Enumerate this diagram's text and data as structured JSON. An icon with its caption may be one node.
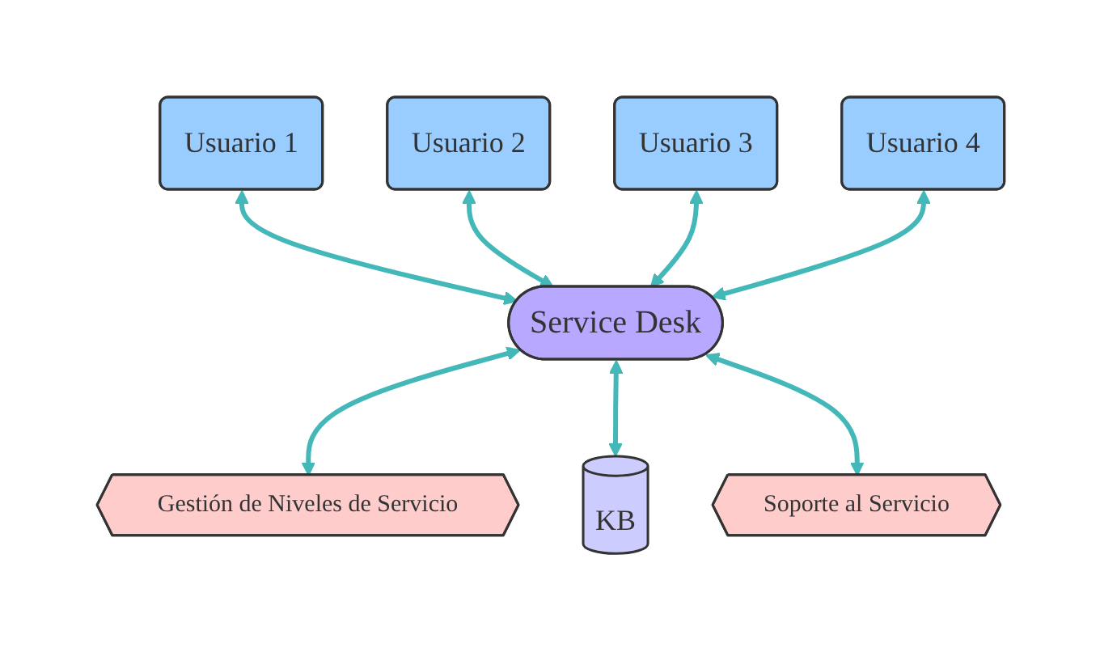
{
  "diagram": {
    "nodes": [
      {
        "text": [
          "Usuario 2"
        ]
      },
      {
        "text": [
          "Usuario 3"
        ]
      },
      {
        "text": [
          "Usuario 1"
        ]
      },
      {
        "text": [
          "Usuario 4"
        ]
      },
      {
        "text": [
          "Service Desk"
        ]
      },
      {
        "text": [
          "Gestión de Niveles de Servicio"
        ]
      },
      {
        "text": [
          "KB"
        ]
      },
      {
        "text": [
          "Soporte al Servicio"
        ]
      }
    ],
    "edges": [
      {
        "from": 2,
        "to": 4,
        "arrow": "both"
      },
      {
        "from": 0,
        "to": 4,
        "arrow": "both"
      },
      {
        "from": 1,
        "to": 4,
        "arrow": "both"
      },
      {
        "from": 3,
        "to": 4,
        "arrow": "both"
      },
      {
        "from": 4,
        "to": 5,
        "arrow": "both"
      },
      {
        "from": 4,
        "to": 6,
        "arrow": "both"
      },
      {
        "from": 4,
        "to": 7,
        "arrow": "both"
      }
    ]
  }
}
